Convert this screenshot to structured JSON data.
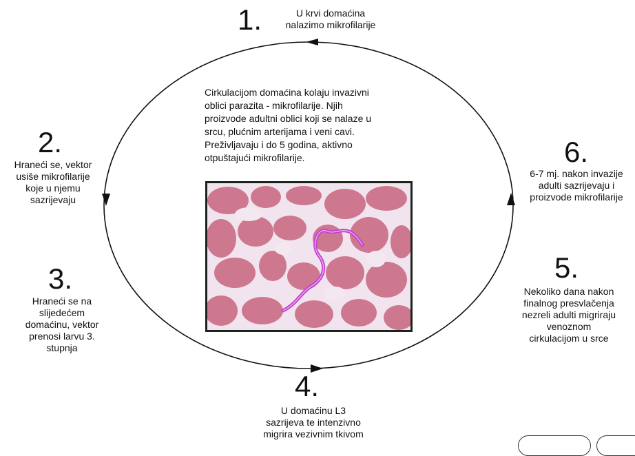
{
  "center_description": "Cirkulacijom domaćina kolaju invazivni oblici parazita - mikrofilarije. Njih proizvode adultni oblici koji se nalaze u srcu, plućnim arterijama i veni cavi. Preživljavaju i do 5 godina, aktivno otpuštajući mikrofilarije.",
  "center_lines": [
    "Cirkulacijom domaćina kolaju invazivni",
    "oblici parazita - mikrofilarije. Njih",
    "proizvode adultni oblici koji se nalaze u",
    "srcu, plućnim arterijama i veni cavi.",
    "Preživljavaju i do 5 godina, aktivno",
    "otpuštajući mikrofilarije."
  ],
  "steps": [
    {
      "number": "1.",
      "lines": [
        "U krvi domaćina",
        "nalazimo mikrofilarije"
      ]
    },
    {
      "number": "2.",
      "lines": [
        "Hraneći se, vektor",
        "usiše mikrofilarije",
        "koje u njemu",
        "sazrijevaju"
      ]
    },
    {
      "number": "3.",
      "lines": [
        "Hraneći se na",
        "slijedećem",
        "domaćinu, vektor",
        "prenosi larvu 3.",
        "stupnja"
      ]
    },
    {
      "number": "4.",
      "lines": [
        "U domaćinu L3",
        "sazrijeva te intenzivno",
        "migrira vezivnim tkivom"
      ]
    },
    {
      "number": "5.",
      "lines": [
        "Nekoliko dana nakon",
        "finalnog presvlačenja",
        "nezreli adulti migriraju",
        "venoznom",
        "cirkulacijom u srce"
      ]
    },
    {
      "number": "6.",
      "lines": [
        "6-7 mj. nakon invazije",
        "adulti sazrijevaju i",
        "proizvode mikrofilarije"
      ]
    }
  ],
  "micrograph": {
    "subject": "microfilaria in blood smear",
    "worm_color": "#c33fd0",
    "cell_color": "#cc6f88",
    "background_color": "#f1e4ee"
  },
  "colors": {
    "cycle_line": "#111111",
    "frame_border": "#1b241b"
  }
}
